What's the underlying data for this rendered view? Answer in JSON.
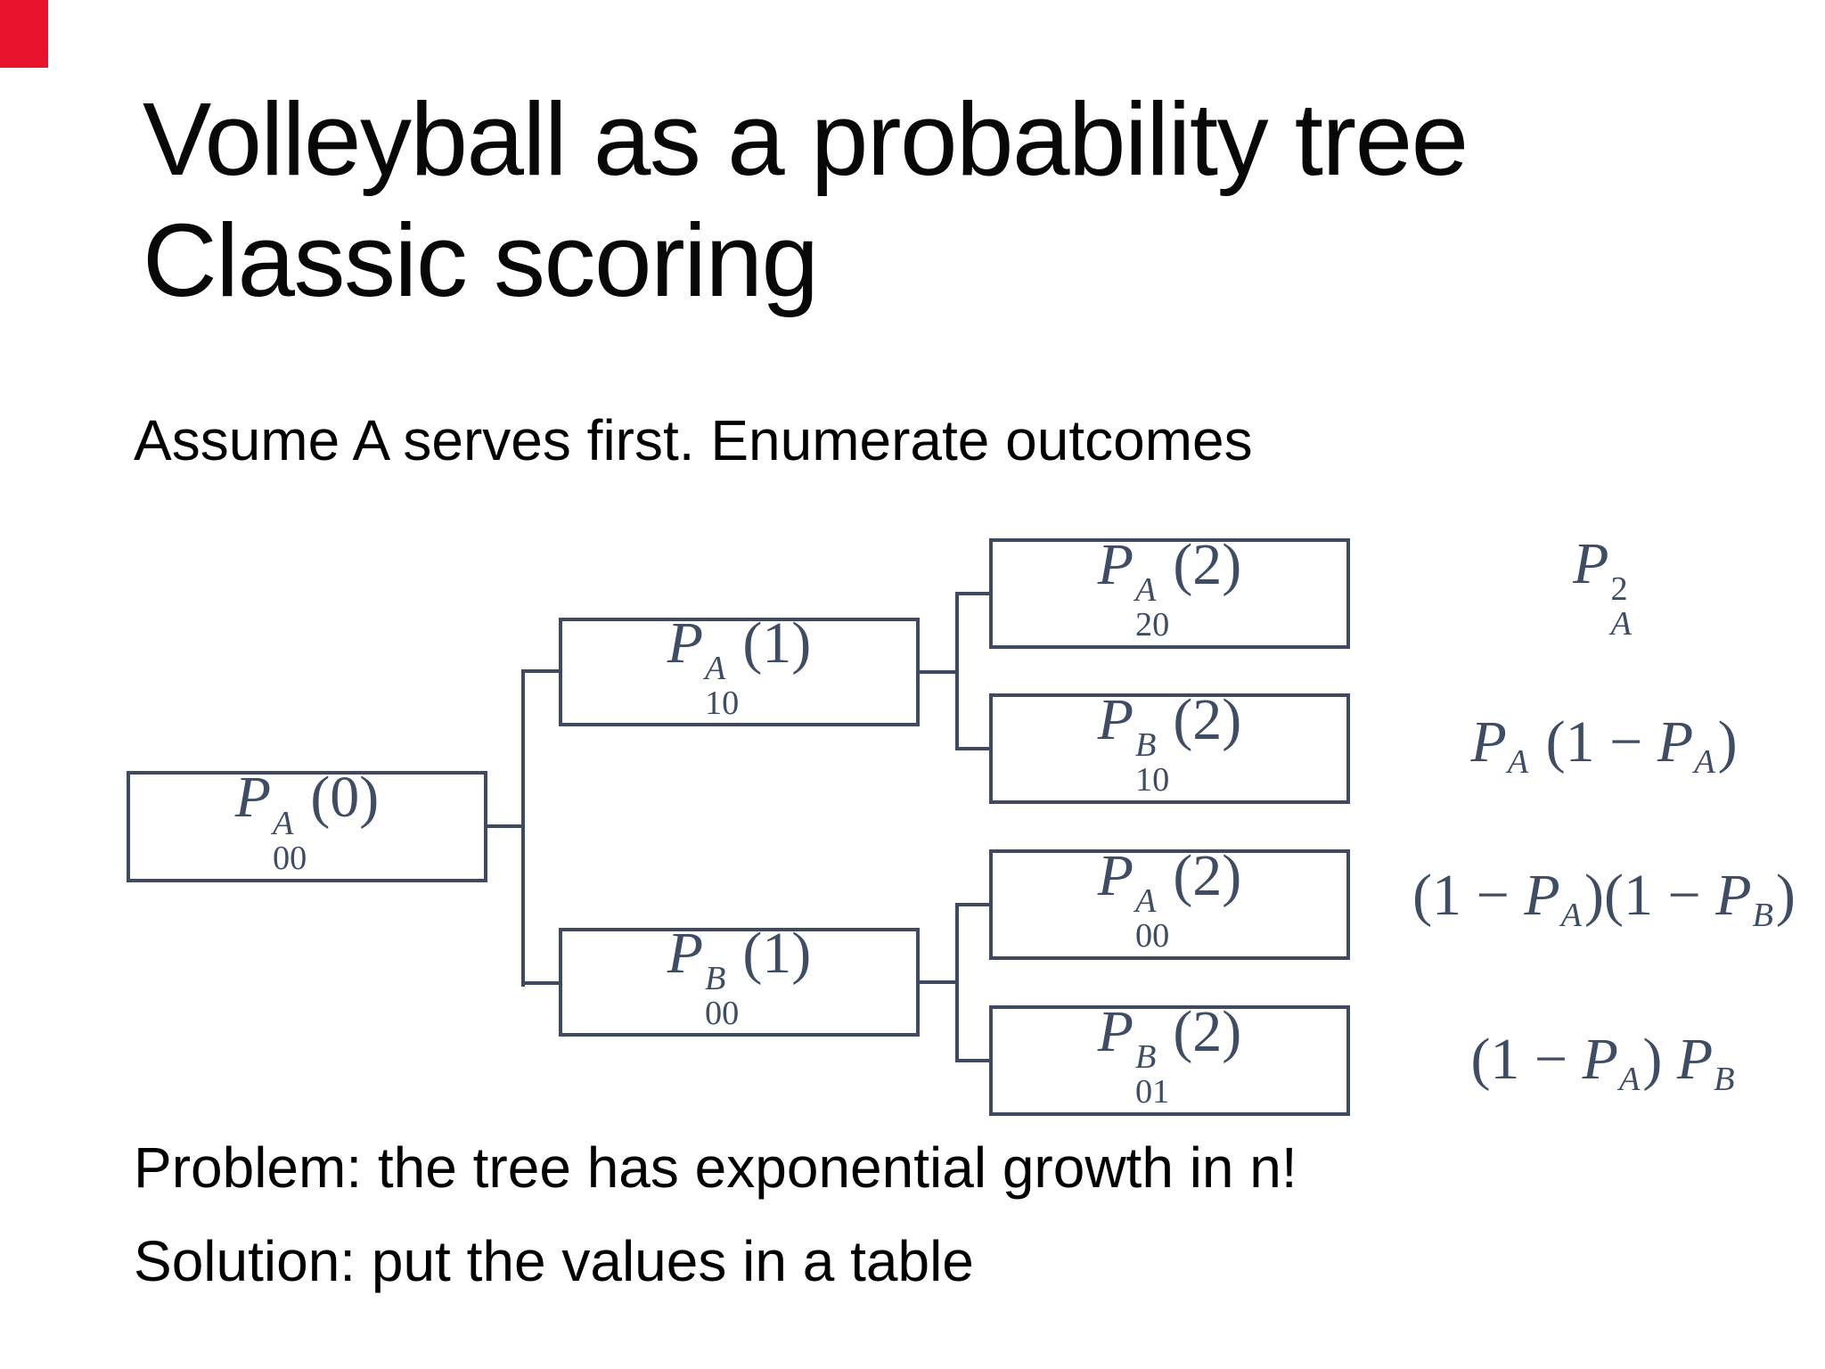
{
  "slide": {
    "title_line1": "Volleyball as a probability tree",
    "title_line2": "Classic scoring",
    "subtitle": "Assume A serves first. Enumerate outcomes",
    "problem_line": "Problem: the tree has exponential growth in n!",
    "solution_line": "Solution: put the values in a table"
  },
  "colors": {
    "background": "#ffffff",
    "body_text": "#000000",
    "tree_line": "#3f4a60",
    "math_text": "#3e4c64",
    "corner_marker_red": "#e8122d"
  },
  "tree": {
    "nodes": {
      "root": {
        "base": "P",
        "sup": "A",
        "sub": "00",
        "arg": "(0)"
      },
      "l1_top": {
        "base": "P",
        "sup": "A",
        "sub": "10",
        "arg": "(1)"
      },
      "l1_bottom": {
        "base": "P",
        "sup": "B",
        "sub": "00",
        "arg": "(1)"
      },
      "l2_1": {
        "base": "P",
        "sup": "A",
        "sub": "20",
        "arg": "(2)"
      },
      "l2_2": {
        "base": "P",
        "sup": "B",
        "sub": "10",
        "arg": "(2)"
      },
      "l2_3": {
        "base": "P",
        "sup": "A",
        "sub": "00",
        "arg": "(2)"
      },
      "l2_4": {
        "base": "P",
        "sup": "B",
        "sub": "01",
        "arg": "(2)"
      }
    },
    "outcomes": {
      "o1": {
        "base": "P",
        "sup": "2",
        "sub": "A"
      },
      "o2": {
        "t1": "P",
        "s1": "A",
        "t2": " (1 − ",
        "t3": "P",
        "s2": "A",
        "t4": ")"
      },
      "o3": {
        "t1": "(1 − ",
        "t2": "P",
        "s1": "A",
        "t3": ")(1 − ",
        "t4": "P",
        "s2": "B",
        "t5": ")"
      },
      "o4": {
        "t1": "(1 − ",
        "t2": "P",
        "s1": "A",
        "t3": ") ",
        "t4": "P",
        "s2": "B"
      }
    }
  }
}
